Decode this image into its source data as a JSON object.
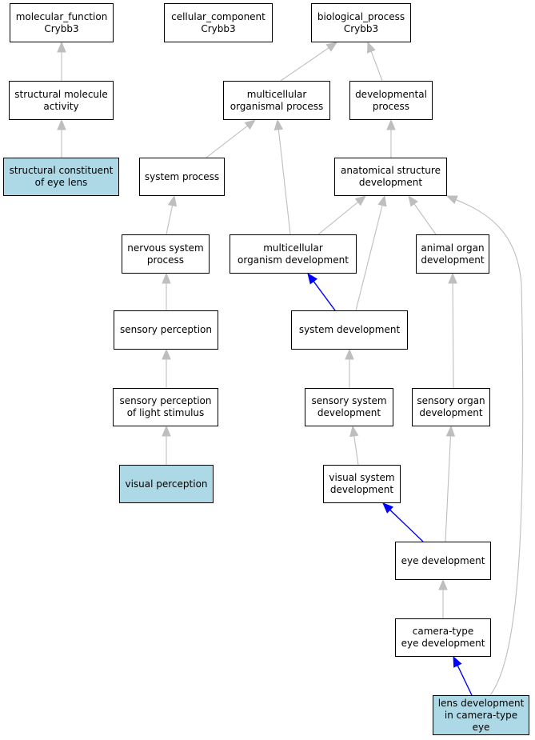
{
  "colors": {
    "highlight_fill": "#add8e6",
    "edge_gray": "#bebebe",
    "edge_blue": "#0000ff"
  },
  "nodes": {
    "molecular_function": {
      "label": "molecular_function\nCrybb3",
      "highlight": false
    },
    "cellular_component": {
      "label": "cellular_component\nCrybb3",
      "highlight": false
    },
    "biological_process": {
      "label": "biological_process\nCrybb3",
      "highlight": false
    },
    "structural_molecule_activity": {
      "label": "structural molecule\nactivity",
      "highlight": false
    },
    "multicellular_organismal_process": {
      "label": "multicellular\norganismal process",
      "highlight": false
    },
    "developmental_process": {
      "label": "developmental\nprocess",
      "highlight": false
    },
    "structural_constituent_of_eye_lens": {
      "label": "structural constituent\nof eye lens",
      "highlight": true
    },
    "system_process": {
      "label": "system process",
      "highlight": false
    },
    "anatomical_structure_development": {
      "label": "anatomical structure\ndevelopment",
      "highlight": false
    },
    "nervous_system_process": {
      "label": "nervous system\nprocess",
      "highlight": false
    },
    "multicellular_organism_development": {
      "label": "multicellular\norganism development",
      "highlight": false
    },
    "animal_organ_development": {
      "label": "animal organ\ndevelopment",
      "highlight": false
    },
    "sensory_perception": {
      "label": "sensory perception",
      "highlight": false
    },
    "system_development": {
      "label": "system development",
      "highlight": false
    },
    "sensory_perception_of_light_stimulus": {
      "label": "sensory perception\nof light stimulus",
      "highlight": false
    },
    "sensory_system_development": {
      "label": "sensory system\ndevelopment",
      "highlight": false
    },
    "sensory_organ_development": {
      "label": "sensory organ\ndevelopment",
      "highlight": false
    },
    "visual_perception": {
      "label": "visual perception",
      "highlight": true
    },
    "visual_system_development": {
      "label": "visual system\ndevelopment",
      "highlight": false
    },
    "eye_development": {
      "label": "eye development",
      "highlight": false
    },
    "camera_type_eye_development": {
      "label": "camera-type\neye development",
      "highlight": false
    },
    "lens_development_in_camera_type_eye": {
      "label": "lens development\nin camera-type\neye",
      "highlight": true
    }
  },
  "edges": [
    {
      "from": "structural_molecule_activity",
      "to": "molecular_function",
      "kind": "is_a"
    },
    {
      "from": "structural_constituent_of_eye_lens",
      "to": "structural_molecule_activity",
      "kind": "is_a"
    },
    {
      "from": "multicellular_organismal_process",
      "to": "biological_process",
      "kind": "is_a"
    },
    {
      "from": "developmental_process",
      "to": "biological_process",
      "kind": "is_a"
    },
    {
      "from": "system_process",
      "to": "multicellular_organismal_process",
      "kind": "is_a"
    },
    {
      "from": "multicellular_organism_development",
      "to": "multicellular_organismal_process",
      "kind": "is_a"
    },
    {
      "from": "anatomical_structure_development",
      "to": "developmental_process",
      "kind": "is_a"
    },
    {
      "from": "nervous_system_process",
      "to": "system_process",
      "kind": "is_a"
    },
    {
      "from": "multicellular_organism_development",
      "to": "anatomical_structure_development",
      "kind": "is_a"
    },
    {
      "from": "system_development",
      "to": "anatomical_structure_development",
      "kind": "is_a"
    },
    {
      "from": "animal_organ_development",
      "to": "anatomical_structure_development",
      "kind": "is_a"
    },
    {
      "from": "lens_development_in_camera_type_eye",
      "to": "anatomical_structure_development",
      "kind": "is_a"
    },
    {
      "from": "sensory_perception",
      "to": "nervous_system_process",
      "kind": "is_a"
    },
    {
      "from": "system_development",
      "to": "multicellular_organism_development",
      "kind": "part_of"
    },
    {
      "from": "sensory_perception_of_light_stimulus",
      "to": "sensory_perception",
      "kind": "is_a"
    },
    {
      "from": "sensory_system_development",
      "to": "system_development",
      "kind": "is_a"
    },
    {
      "from": "sensory_organ_development",
      "to": "animal_organ_development",
      "kind": "is_a"
    },
    {
      "from": "visual_perception",
      "to": "sensory_perception_of_light_stimulus",
      "kind": "is_a"
    },
    {
      "from": "visual_system_development",
      "to": "sensory_system_development",
      "kind": "is_a"
    },
    {
      "from": "eye_development",
      "to": "visual_system_development",
      "kind": "part_of"
    },
    {
      "from": "eye_development",
      "to": "sensory_organ_development",
      "kind": "is_a"
    },
    {
      "from": "camera_type_eye_development",
      "to": "eye_development",
      "kind": "is_a"
    },
    {
      "from": "lens_development_in_camera_type_eye",
      "to": "camera_type_eye_development",
      "kind": "part_of"
    }
  ]
}
